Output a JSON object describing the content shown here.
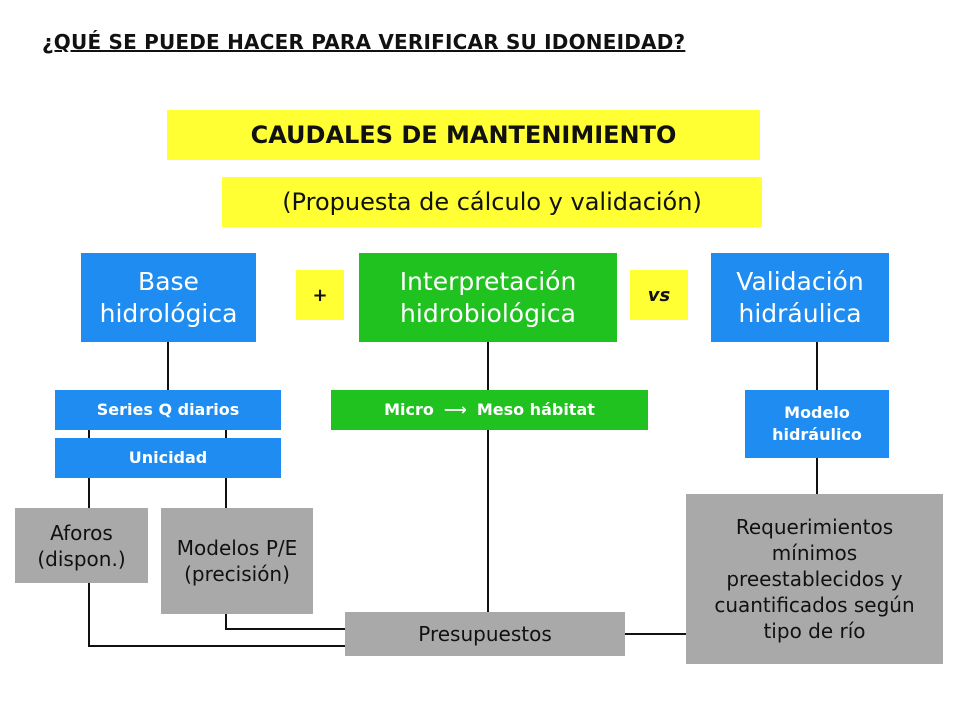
{
  "question": "¿QUÉ SE PUEDE HACER PARA VERIFICAR SU IDONEIDAD?",
  "title": "CAUDALES DE MANTENIMIENTO",
  "subtitle": "(Propuesta de cálculo y validación)",
  "columns": {
    "base": "Base hidrológica",
    "interpretacion": "Interpretación hidrobiológica",
    "validacion": "Validación hidráulica"
  },
  "operators": {
    "plus": "+",
    "vs": "vs"
  },
  "boxes": {
    "series": "Series Q diarios",
    "unicidad": "Unicidad",
    "micro": "Micro",
    "meso": "Meso hábitat",
    "modelo_hidraulico": "Modelo hidráulico",
    "aforos": "Aforos (dispon.)",
    "modelos_pe": "Modelos P/E (precisión)",
    "requerimientos": "Requerimientos mínimos preestablecidos y cuantificados según tipo de río",
    "presupuestos": "Presupuestos"
  },
  "colors": {
    "blue": "#1e8cf0",
    "green": "#1fc21f",
    "yellow": "#ffff33",
    "gray": "#a9a9a9"
  }
}
